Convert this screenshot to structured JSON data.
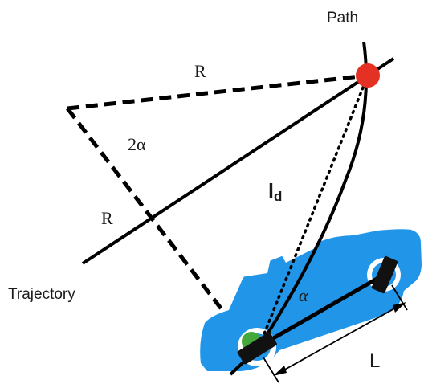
{
  "diagram": {
    "labels": {
      "path": "Path",
      "trajectory": "Trajectory",
      "radius_top": "R",
      "radius_left": "R",
      "double_angle": "2α",
      "angle": "α",
      "lookahead_main": "l",
      "lookahead_sub": "d",
      "wheelbase": "L"
    },
    "colors": {
      "car_body": "#2196e8",
      "car_window": "#ffffff",
      "target_point": "#e53024",
      "rear_wheel_dot": "#44a83a",
      "tire": "#111111",
      "line": "#000000"
    }
  }
}
